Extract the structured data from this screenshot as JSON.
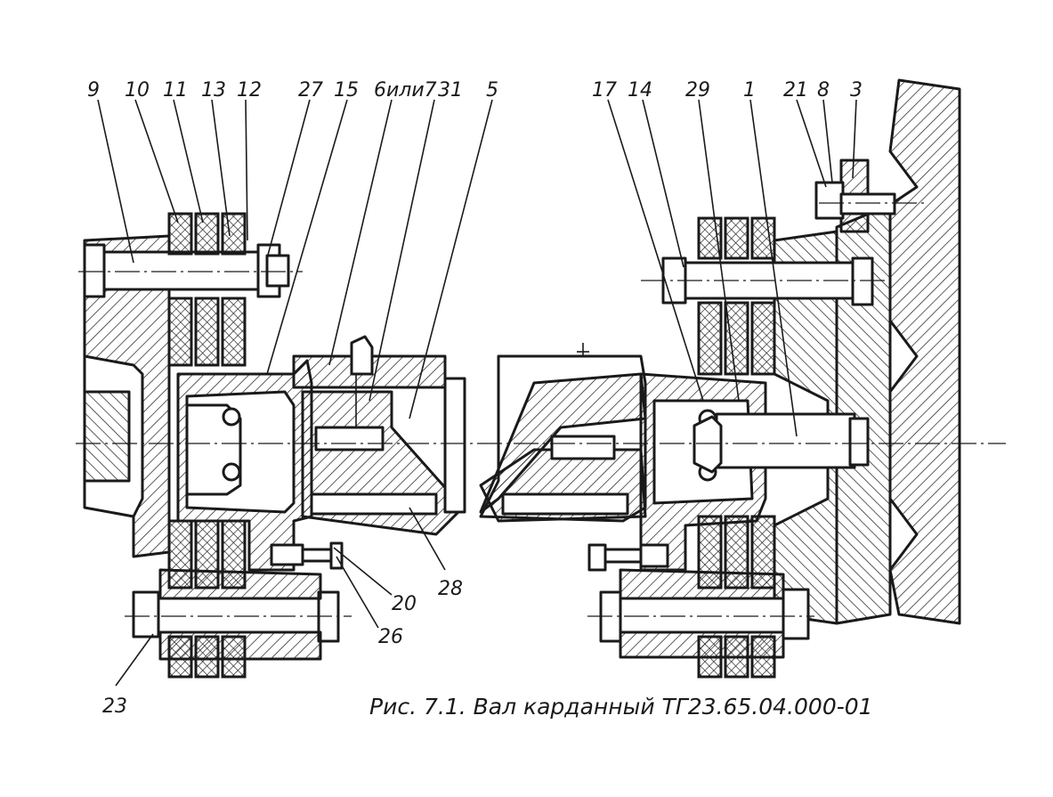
{
  "diagram": {
    "labels_top": [
      "9",
      "10",
      "11",
      "13",
      "12",
      "27",
      "15",
      "6или7",
      "31",
      "5",
      "17",
      "14",
      "29",
      "1",
      "21",
      "8",
      "3"
    ],
    "labels_bottom": [
      "23",
      "20",
      "26",
      "28"
    ],
    "caption": "Рис. 7.1. Вал карданный ТГ23.65.04.000-01"
  }
}
